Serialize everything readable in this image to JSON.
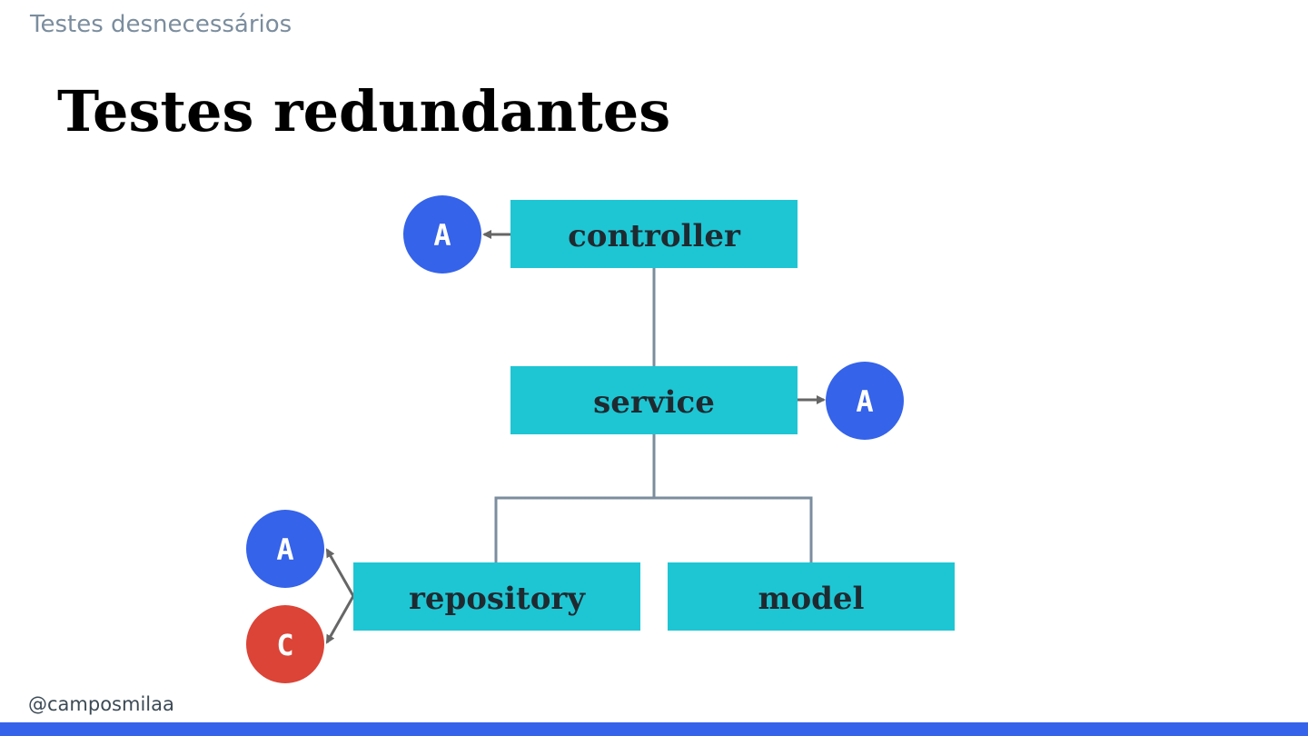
{
  "slide": {
    "section_label": "Testes desnecessários",
    "title": "Testes redundantes",
    "footer_handle": "@camposmilaa"
  },
  "diagram": {
    "nodes": {
      "controller": "controller",
      "service": "service",
      "repository": "repository",
      "model": "model"
    },
    "badges": {
      "controller_badge": "A",
      "service_badge": "A",
      "repository_badge_top": "A",
      "repository_badge_bottom": "C"
    },
    "colors": {
      "node_fill": "#1ec6d4",
      "connector": "#7b8d9e",
      "arrow": "#666666",
      "badge_blue": "#3563e9",
      "badge_red": "#db4437",
      "footer_bar": "#3563e9"
    }
  }
}
